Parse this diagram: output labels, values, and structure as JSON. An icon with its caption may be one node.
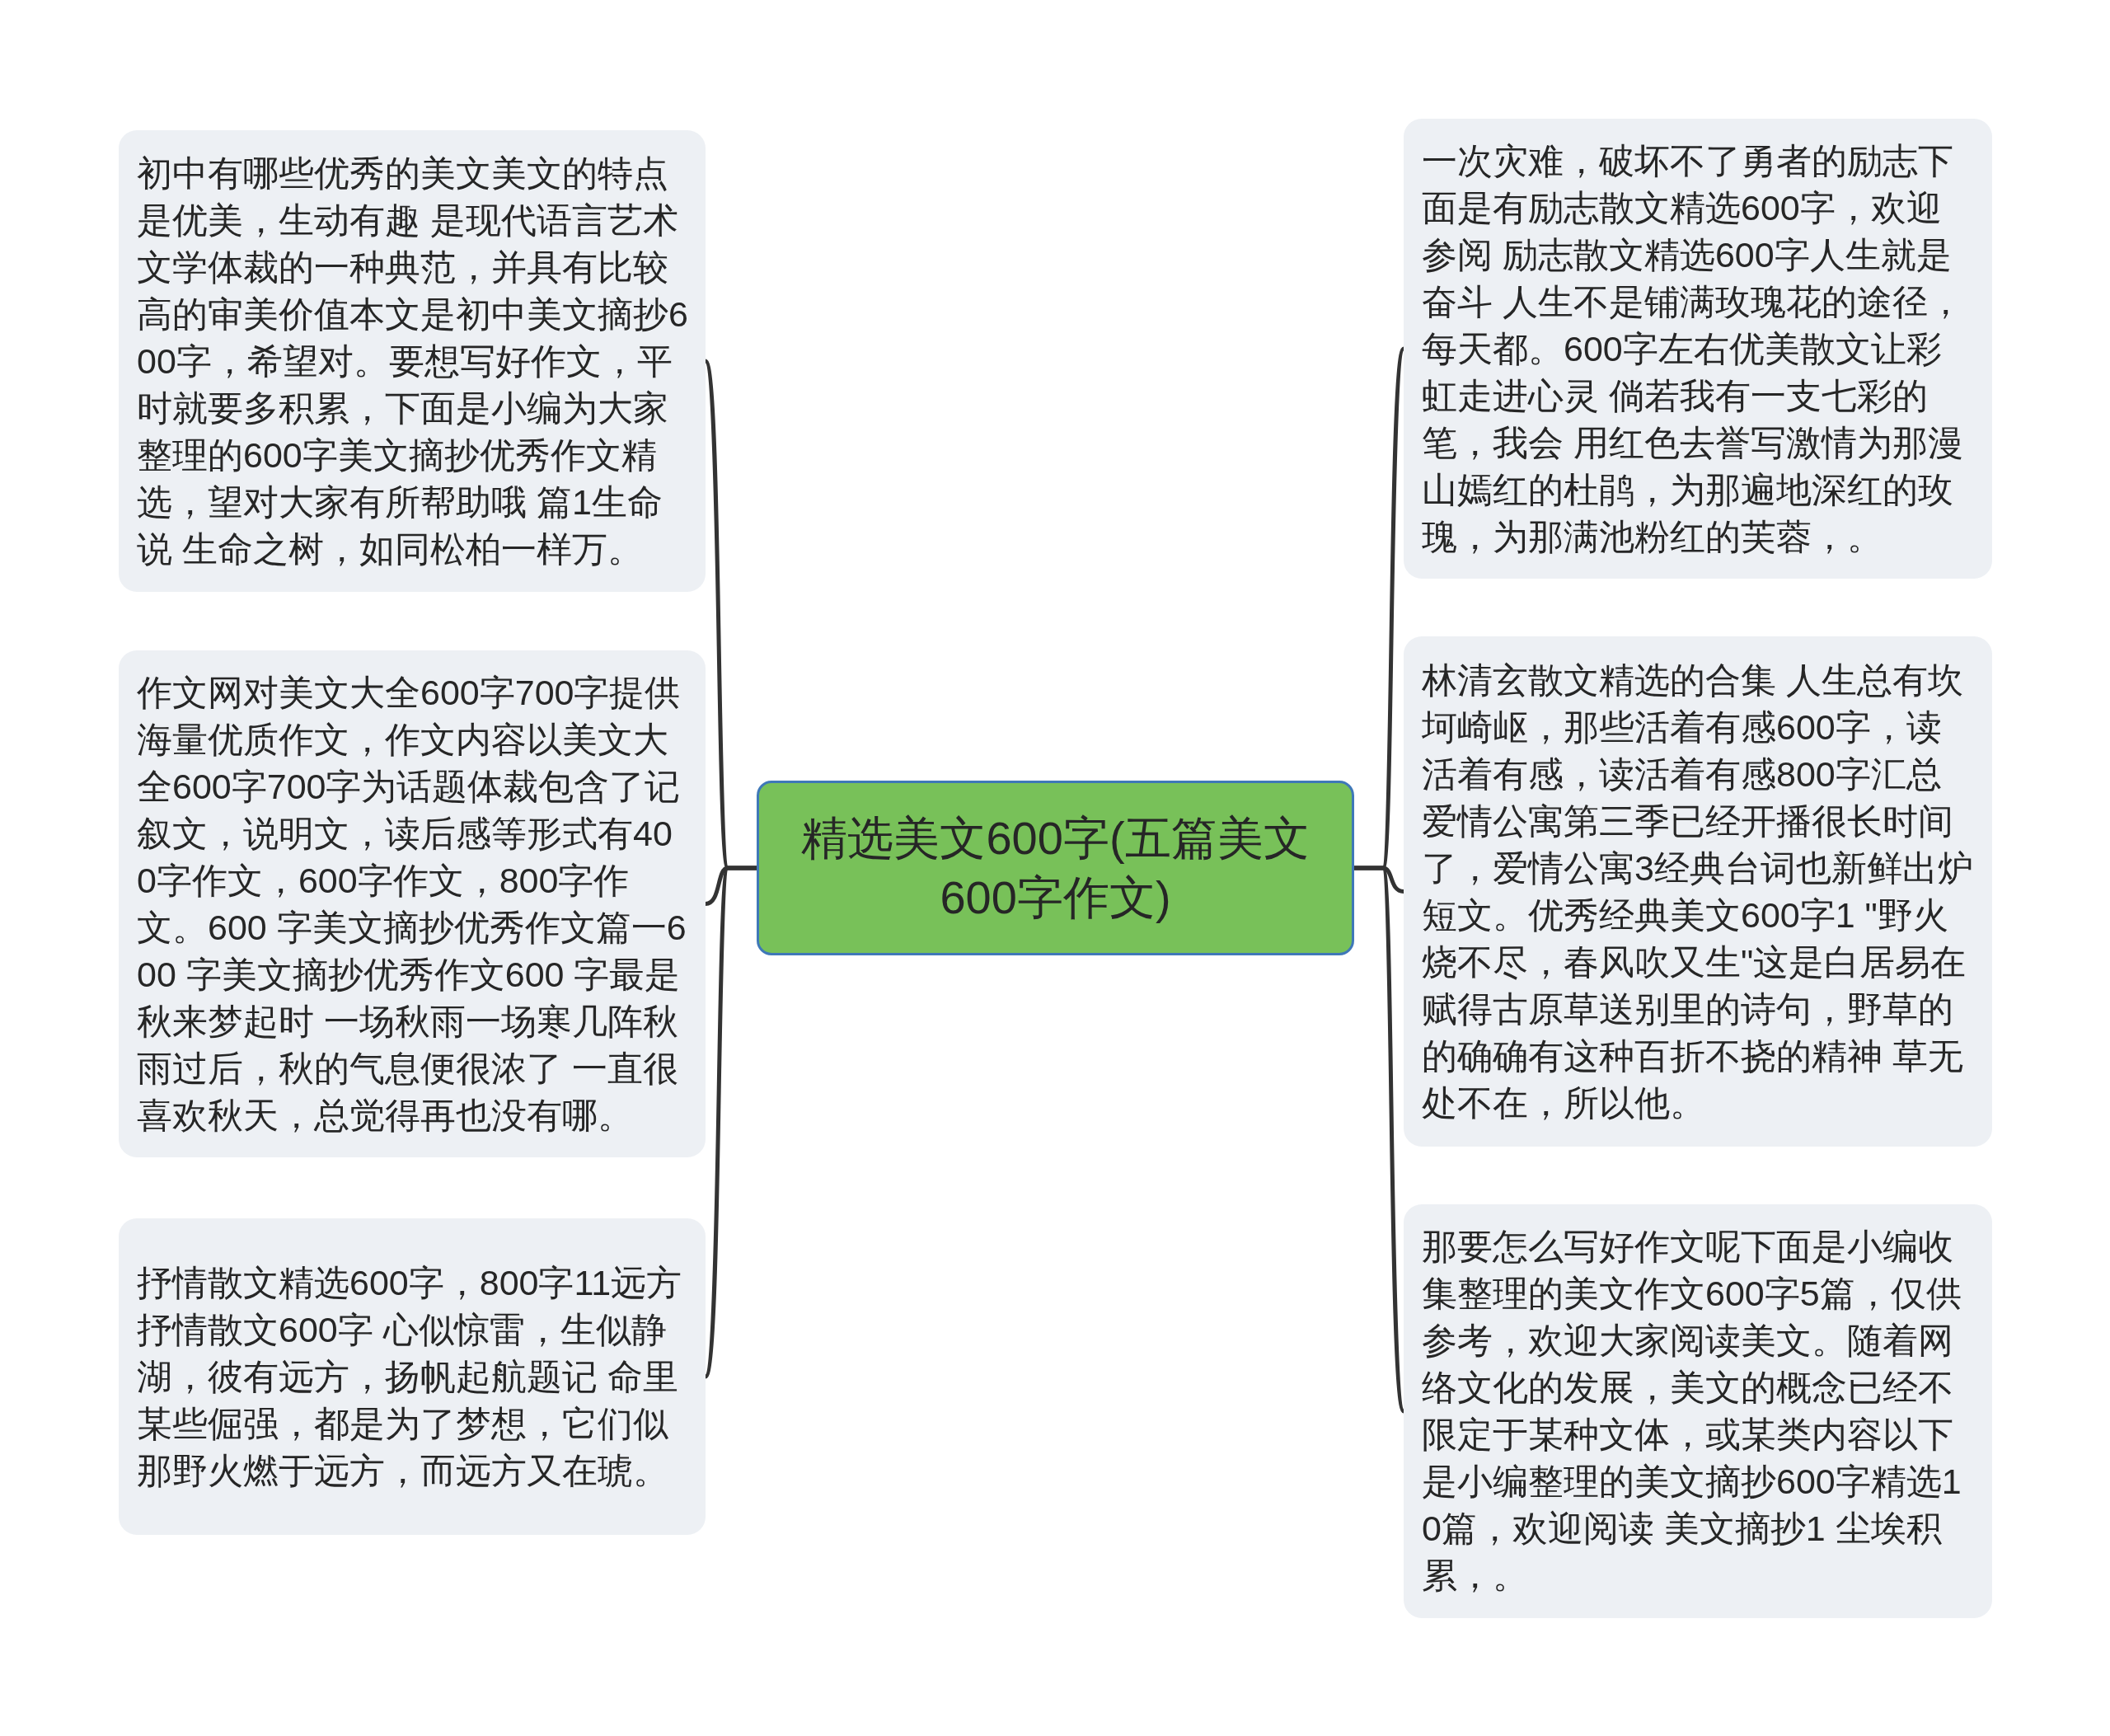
{
  "diagram": {
    "nodes": [
      {
        "text": [
          "精选美文600字(五篇美文600字作文)"
        ]
      },
      {
        "text": [
          "初中有哪些优秀的美文美文的特点是优美，生动有趣 是现代语言艺术文学体裁的一种典范，并具有比较高的审美价值本文是初中美文摘抄600字，希望对。要想写好作文，平时就要多积累，下面是小编为大家整理的600字美文摘抄优秀作文精选，望对大家有所帮助哦 篇1生命说 生命之树，如同松柏一样万。"
        ]
      },
      {
        "text": [
          "作文网对美文大全600字700字提供海量优质作文，作文内容以美文大全600字700字为话题体裁包含了记叙文，说明文，读后感等形式有400字作文，600字作文，800字作文。600 字美文摘抄优秀作文篇一600 字美文摘抄优秀作文600 字最是秋来梦起时 一场秋雨一场寒几阵秋雨过后，秋的气息便很浓了 一直很喜欢秋天，总觉得再也没有哪。"
        ]
      },
      {
        "text": [
          "抒情散文精选600字，800字11远方抒情散文600字 心似惊雷，生似静湖，彼有远方，扬帆起航题记 命里某些倔强，都是为了梦想，它们似那野火燃于远方，而远方又在琥。"
        ]
      },
      {
        "text": [
          "一次灾难，破坏不了勇者的励志下面是有励志散文精选600字，欢迎参阅 励志散文精选600字人生就是奋斗 人生不是铺满玫瑰花的途径，每天都。600字左右优美散文让彩虹走进心灵 倘若我有一支七彩的笔，我会 用红色去誉写激情为那漫山嫣红的杜鹃，为那遍地深红的玫瑰，为那满池粉红的芙蓉，。"
        ]
      },
      {
        "text": [
          "林清玄散文精选的合集 人生总有坎坷崎岖，那些活着有感600字，读活着有感，读活着有感800字汇总爱情公寓第三季已经开播很长时间了，爱情公寓3经典台词也新鲜出炉短文。优秀经典美文600字1 \"野火烧不尽，春风吹又生\"这是白居易在赋得古原草送别里的诗句，野草的的确确有这种百折不挠的精神 草无处不在，所以他。"
        ]
      },
      {
        "text": [
          "那要怎么写好作文呢下面是小编收集整理的美文作文600字5篇，仅供参考，欢迎大家阅读美文。随着网络文化的发展，美文的概念已经不限定于某种文体，或某类内容以下是小编整理的美文摘抄600字精选10篇，欢迎阅读 美文摘抄1 尘埃积累，。"
        ]
      }
    ],
    "edges": [
      {
        "from": 0,
        "to": 1,
        "arrow": "none"
      },
      {
        "from": 0,
        "to": 2,
        "arrow": "none"
      },
      {
        "from": 0,
        "to": 3,
        "arrow": "none"
      },
      {
        "from": 0,
        "to": 4,
        "arrow": "none"
      },
      {
        "from": 0,
        "to": 5,
        "arrow": "none"
      },
      {
        "from": 0,
        "to": 6,
        "arrow": "none"
      }
    ]
  }
}
